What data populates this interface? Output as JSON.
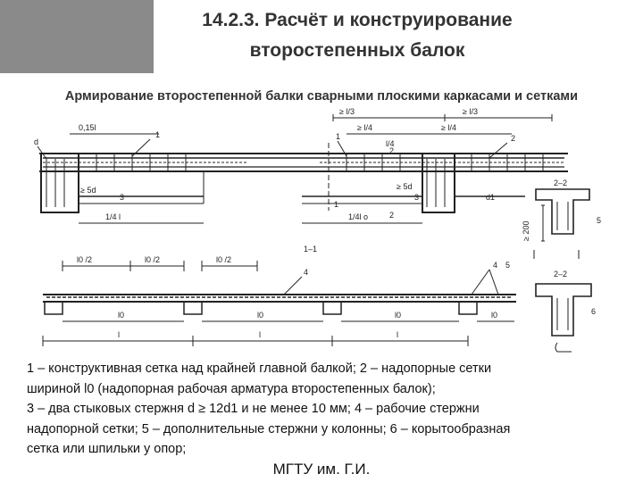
{
  "slide": {
    "title_line1": "14.2.3. Расчёт и конструирование",
    "title_line2": "второстепенных балок",
    "subtitle": "Армирование второстепенной балки сварными плоскими каркасами и сетками",
    "caption_lines": [
      "1 – конструктивная сетка над крайней главной балкой; 2 – надопорные сетки",
      "шириной l0 (надопорная рабочая арматура второстепенных балок);",
      "3 – два стыковых стержня d ≥ 12d1  и не менее 10 мм; 4 – рабочие стержни",
      "надопорной сетки; 5 – дополнительные стержни у колонны; 6 – корытообразная",
      "сетка или шпильки у опор;"
    ],
    "footer": "МГТУ им. Г.И."
  },
  "drawing": {
    "top": {
      "dims": [
        "≥ l/3",
        "≥ l/3",
        "0,15l",
        "≥ l/4",
        "≥ l/4",
        "l/4",
        "≥ 5d",
        "≥ 5d",
        "1/4 l",
        "1/4l o"
      ],
      "markers": [
        "1",
        "1",
        "2",
        "2",
        "2",
        "3",
        "3",
        "1",
        "d",
        "d1"
      ]
    },
    "bottom": {
      "section_label": "1–1",
      "dims": [
        "l0 /2",
        "l0 /2",
        "l0 /2",
        "l0",
        "l0",
        "l0",
        "l0",
        "l",
        "l",
        "l"
      ],
      "markers": [
        "4",
        "4",
        "5"
      ]
    },
    "sections": {
      "labels": [
        "2–2",
        "2–2",
        "≥ 200"
      ],
      "markers": [
        "5",
        "6"
      ]
    }
  }
}
